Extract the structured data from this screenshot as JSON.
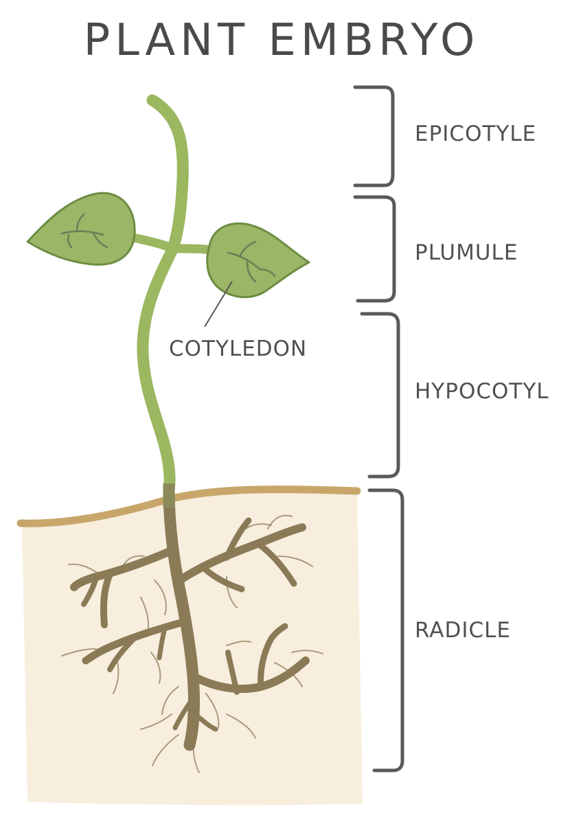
{
  "title": "PLANT EMBRYO",
  "labels": {
    "cotyledon": "COTYLEDON",
    "epicotyle": "EPICOTYLE",
    "plumule": "PLUMULE",
    "hypocotyl": "HYPOCOTYL",
    "radicle": "RADICLE"
  },
  "colors": {
    "stem_green": "#9bb760",
    "leaf_fill": "#9ab666",
    "leaf_outline": "#6c8c42",
    "vein": "#6a7d55",
    "soil_fill": "#f8eede",
    "soil_line": "#c8a66a",
    "root": "#8a7a56",
    "root_hair": "#a89a7c",
    "bracket": "#5a5a5a",
    "text": "#4a4a4a"
  }
}
